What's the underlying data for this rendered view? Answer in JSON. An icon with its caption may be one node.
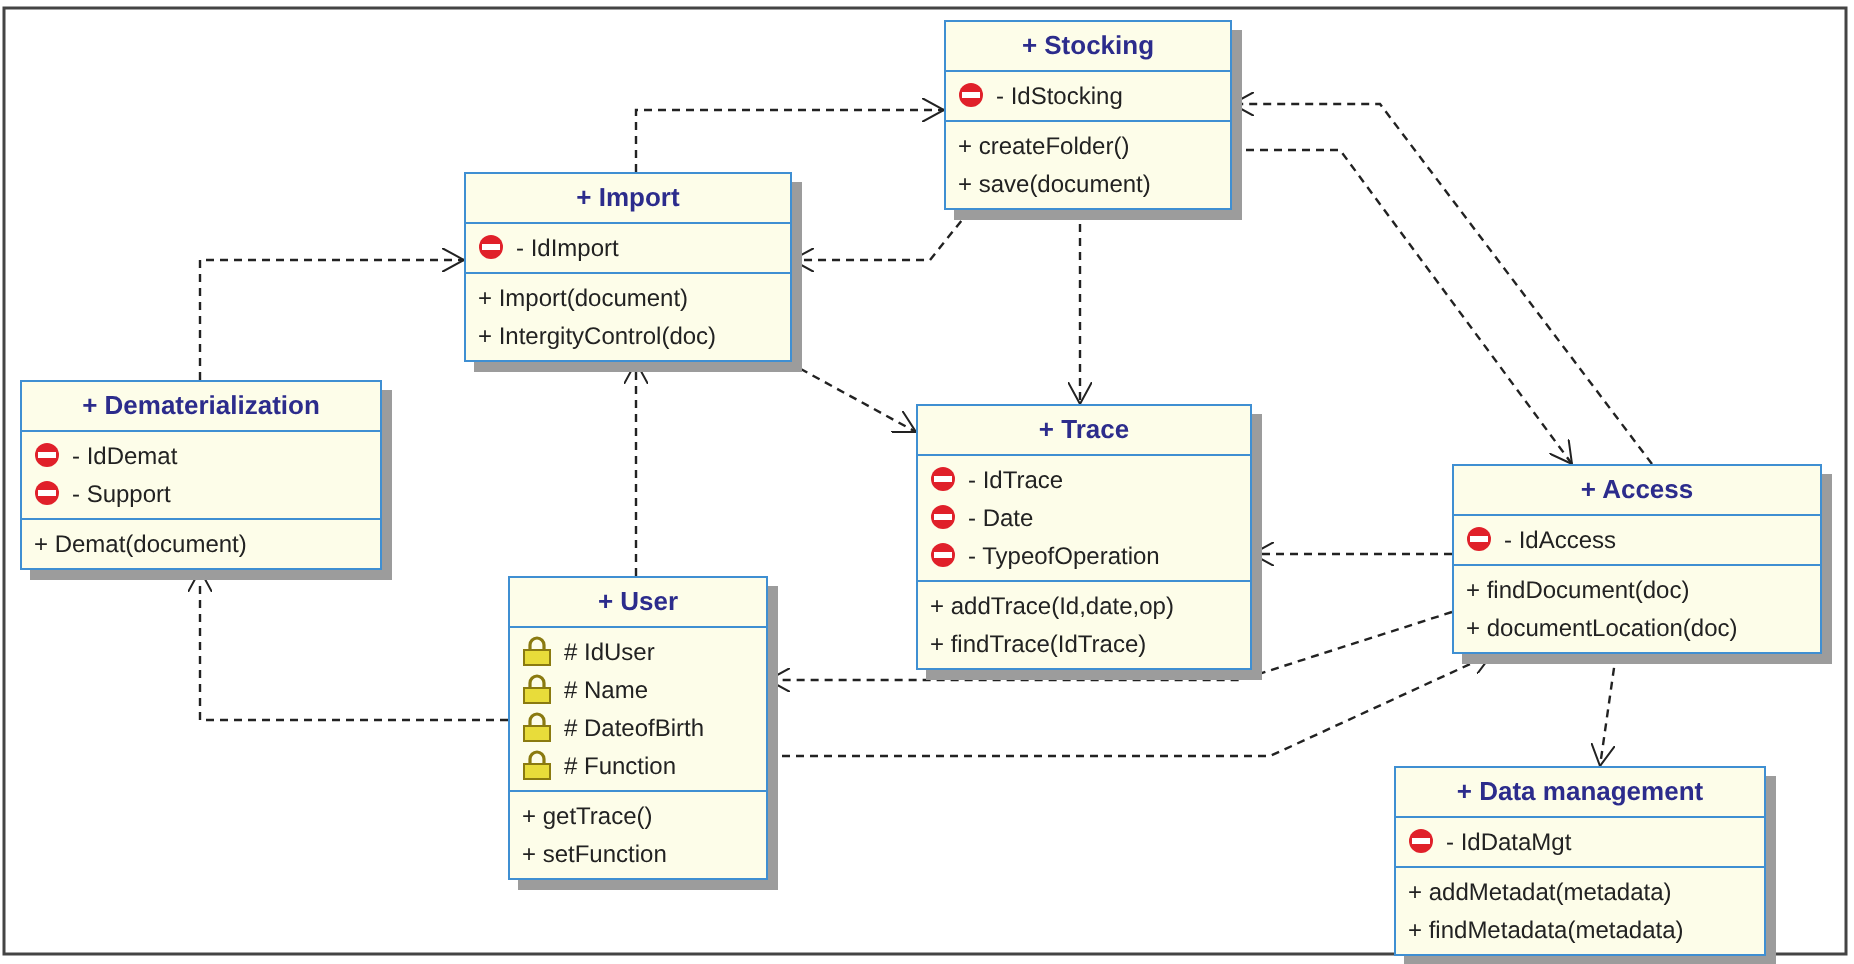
{
  "diagram": {
    "nodes": [
      {
        "text": [
          "+ Stocking"
        ]
      },
      {
        "text": [
          "- IdStocking"
        ],
        "in": 0
      },
      {
        "text": [
          "+ createFolder()",
          "+ save(document)"
        ],
        "in": 0
      },
      {
        "text": [
          "+ Import"
        ]
      },
      {
        "text": [
          "- IdImport"
        ],
        "in": 3
      },
      {
        "text": [
          "+ Import(document)",
          "+ IntergityControl(doc)"
        ],
        "in": 3
      },
      {
        "text": [
          "+ Dematerialization"
        ]
      },
      {
        "text": [
          "- IdDemat",
          "- Support"
        ],
        "in": 6
      },
      {
        "text": [
          "+ Demat(document)"
        ],
        "in": 6
      },
      {
        "text": [
          "+ Trace"
        ]
      },
      {
        "text": [
          "- IdTrace",
          "- Date",
          "- TypeofOperation"
        ],
        "in": 9
      },
      {
        "text": [
          "+ addTrace(Id,date,op)",
          "+ findTrace(IdTrace)"
        ],
        "in": 9
      },
      {
        "text": [
          "+ Access"
        ]
      },
      {
        "text": [
          "- IdAccess"
        ],
        "in": 12
      },
      {
        "text": [
          "+ findDocument(doc)",
          "+ documentLocation(doc)"
        ],
        "in": 12
      },
      {
        "text": [
          "+ User"
        ]
      },
      {
        "text": [
          "# IdUser",
          "# Name",
          "# DateofBirth",
          "# Function"
        ],
        "in": 15
      },
      {
        "text": [
          "+ getTrace()",
          "+ setFunction"
        ],
        "in": 15
      },
      {
        "text": [
          "+ Data management"
        ]
      },
      {
        "text": [
          "- IdDataMgt"
        ],
        "in": 18
      },
      {
        "text": [
          "+ addMetadat(metadata)",
          "+ findMetadata(metadata)"
        ],
        "in": 18
      }
    ],
    "edges": [
      {
        "from": 3,
        "to": 0,
        "arrow": "to",
        "style": "dashed"
      },
      {
        "from": 0,
        "to": 3,
        "arrow": "to",
        "style": "dashed"
      },
      {
        "from": 6,
        "to": 3,
        "arrow": "to",
        "style": "dashed"
      },
      {
        "from": 3,
        "to": 9,
        "arrow": "to",
        "style": "dashed"
      },
      {
        "from": 0,
        "to": 9,
        "arrow": "to",
        "style": "dashed"
      },
      {
        "from": 0,
        "to": 12,
        "arrow": "to",
        "style": "dashed"
      },
      {
        "from": 12,
        "to": 0,
        "arrow": "to",
        "style": "dashed"
      },
      {
        "from": 12,
        "to": 9,
        "arrow": "to",
        "style": "dashed"
      },
      {
        "from": 12,
        "to": 15,
        "arrow": "to",
        "style": "dashed"
      },
      {
        "from": 15,
        "to": 12,
        "arrow": "to",
        "style": "dashed"
      },
      {
        "from": 15,
        "to": 3,
        "arrow": "to",
        "style": "dashed"
      },
      {
        "from": 15,
        "to": 6,
        "arrow": "to",
        "style": "dashed"
      },
      {
        "from": 12,
        "to": 18,
        "arrow": "to",
        "style": "dashed"
      }
    ]
  }
}
